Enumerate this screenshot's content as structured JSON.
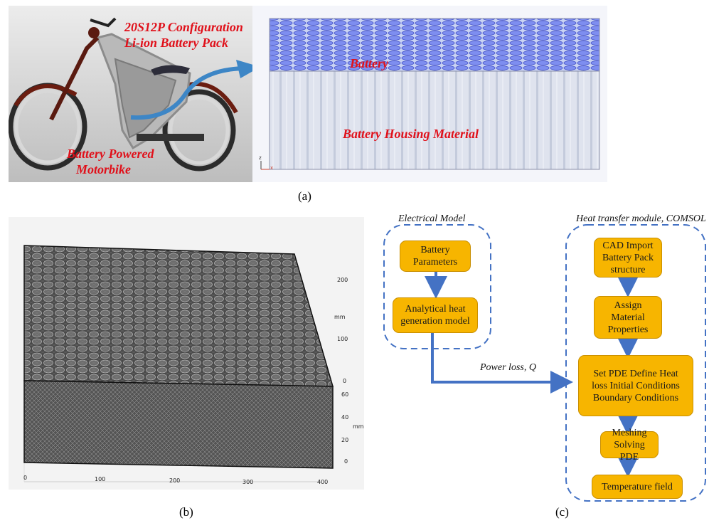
{
  "panel_a": {
    "config_line1": "20S12P Configuration",
    "config_line2": "Li-ion Battery  Pack",
    "battery_label": "Battery",
    "housing_label": "Battery Housing Material",
    "bike_line1": "Battery Powered",
    "bike_line2": "Motorbike",
    "axis_z": "z",
    "axis_x": "x",
    "caption": "(a)"
  },
  "panel_b": {
    "x_ticks": [
      "0",
      "100",
      "200",
      "300",
      "400"
    ],
    "y_ticks_top": [
      "200",
      "100",
      "0"
    ],
    "y_ticks_bottom": [
      "60",
      "40",
      "20",
      "0"
    ],
    "unit_top": "mm",
    "unit_bottom": "mm",
    "caption": "(b)"
  },
  "panel_c": {
    "electrical_title": "Electrical Model",
    "heat_title": "Heat transfer module, COMSOL",
    "box_battery_params": "Battery Parameters",
    "box_analytical": "Analytical heat generation model",
    "box_cad": "CAD Import Battery Pack structure",
    "box_material": "Assign Material Properties",
    "box_pde": "Set PDE Define Heat loss Initial Conditions Boundary Conditions",
    "box_meshing": "Meshing Solving PDE",
    "box_temperature": "Temperature field",
    "power_loss_label": "Power loss, Q",
    "caption": "(c)",
    "colors": {
      "box_fill": "#f7b500",
      "arrow": "#4472c4",
      "dash": "#4472c4"
    }
  }
}
